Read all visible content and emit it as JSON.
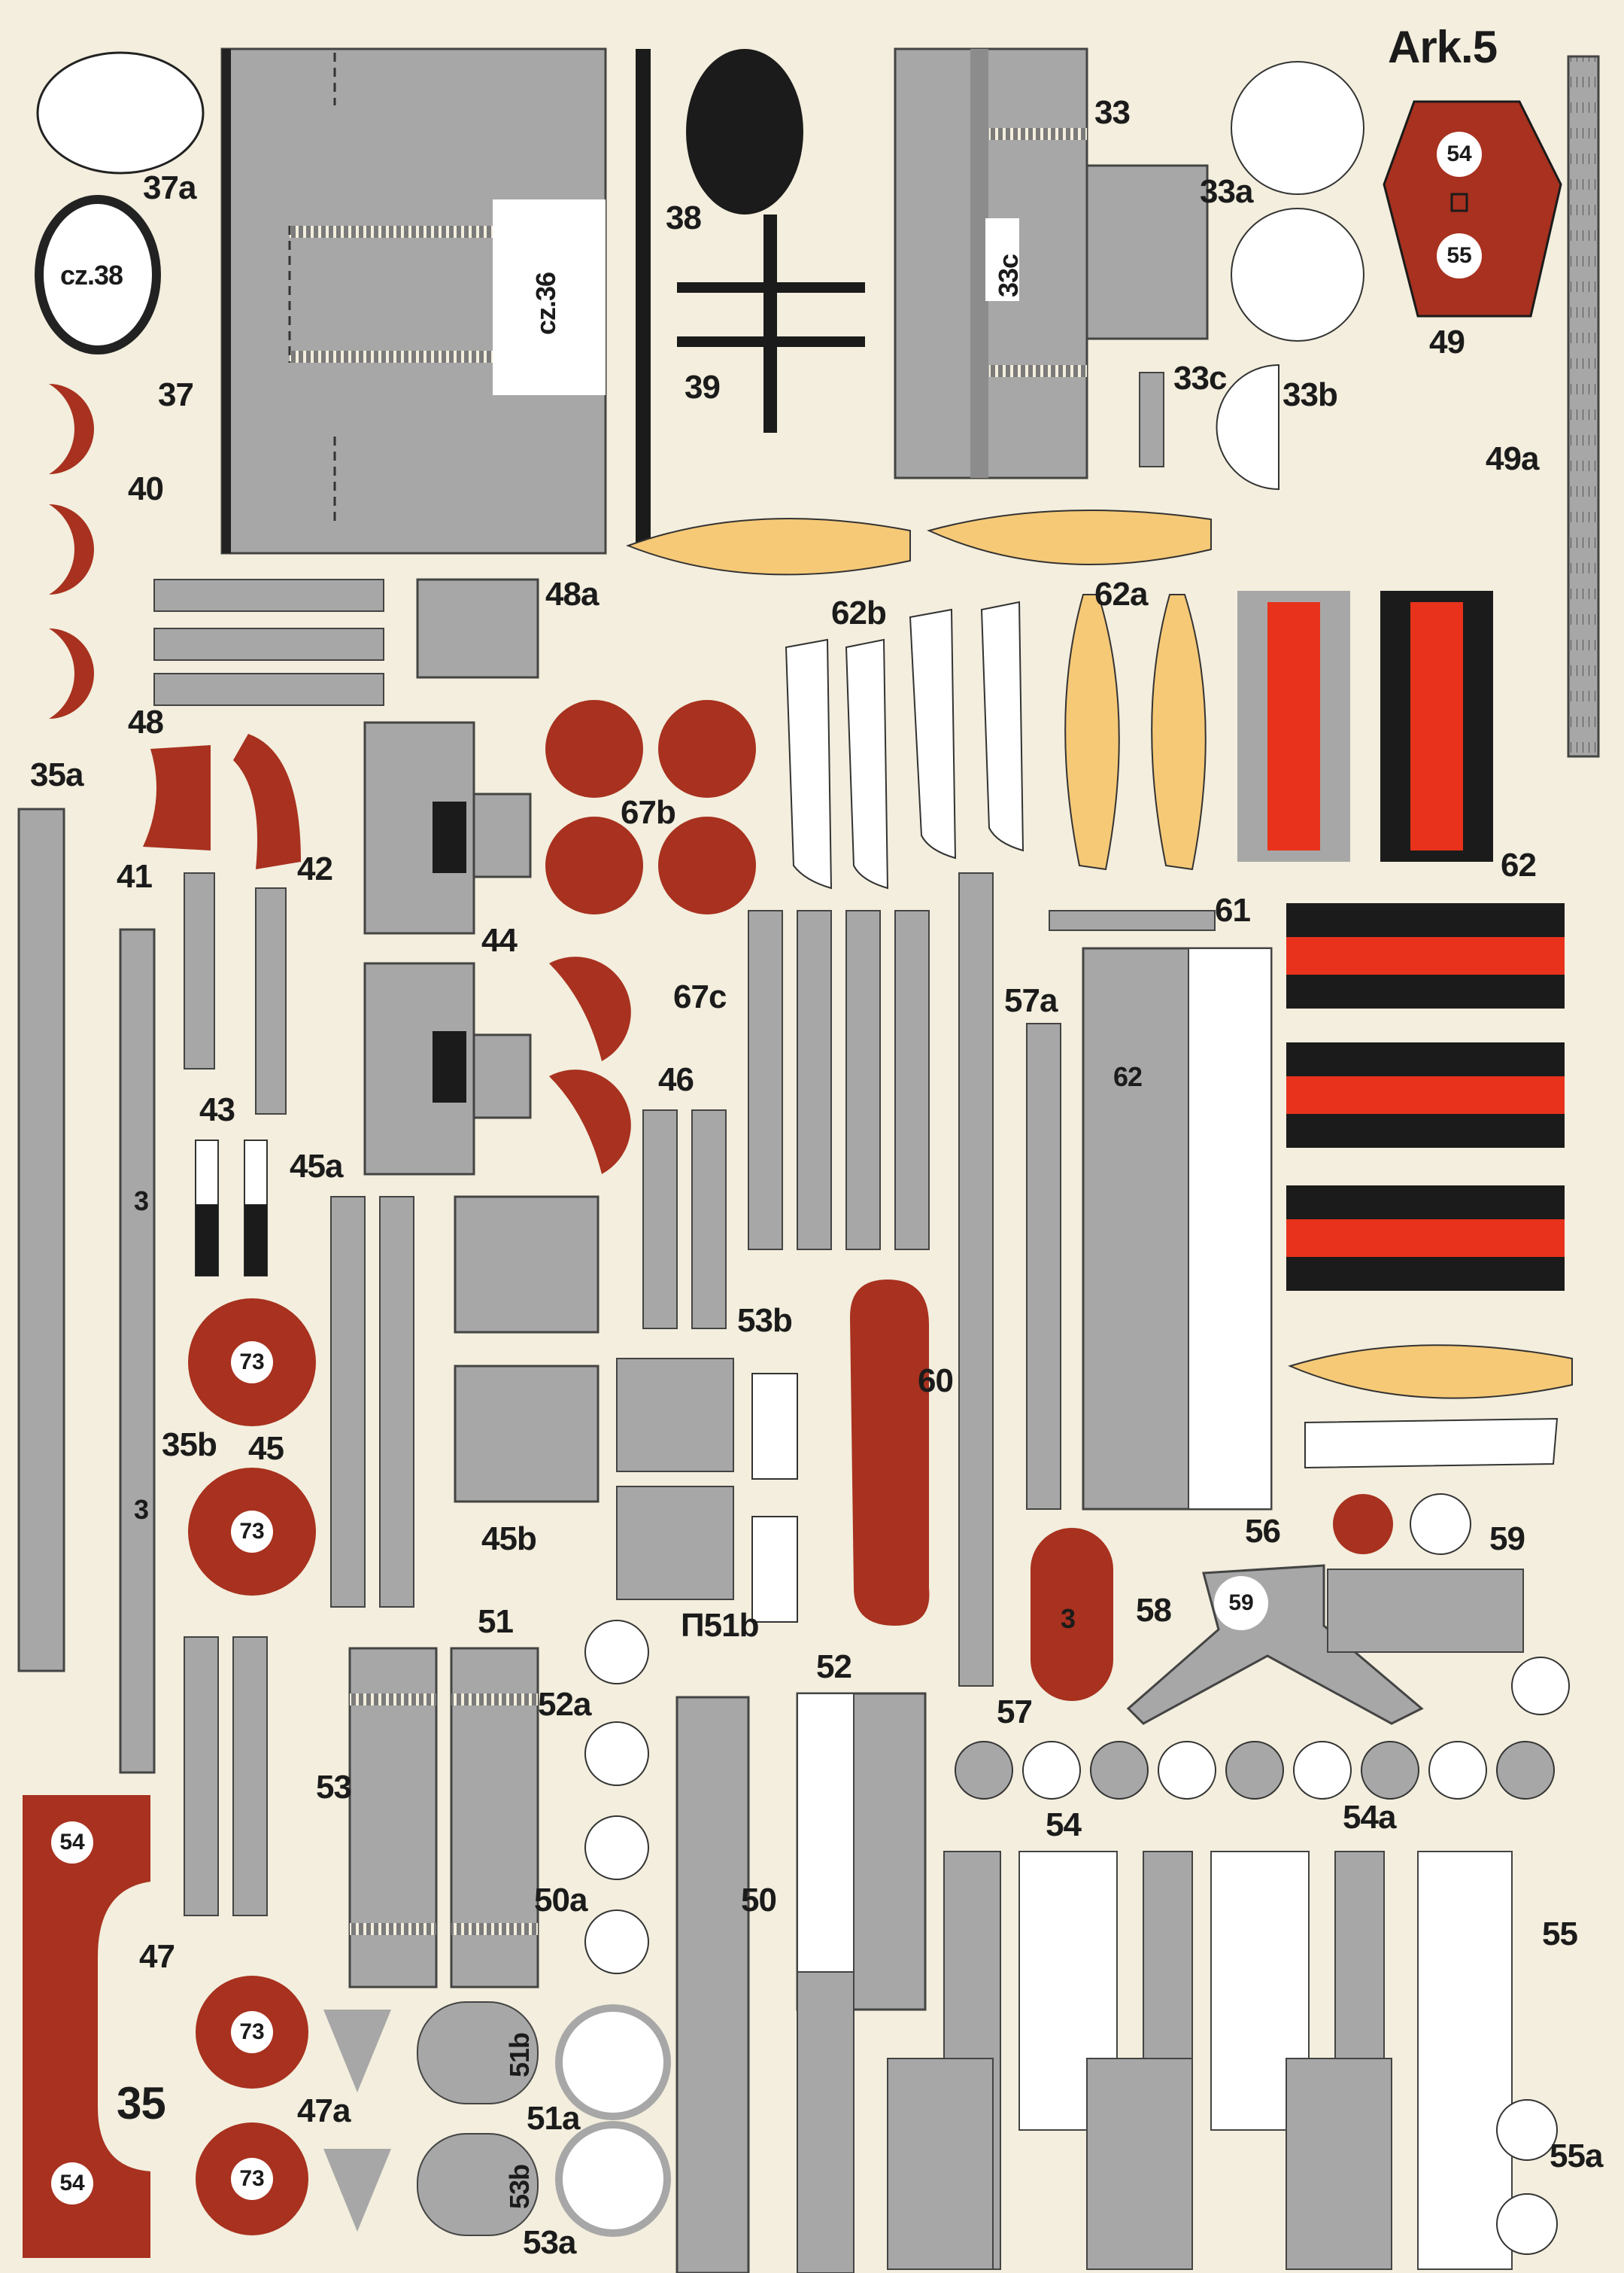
{
  "sheet": {
    "title": "Ark.5",
    "colors": {
      "paper": "#f3eedd",
      "grey": "#a7a7a7",
      "dark_grey": "#7b7b7b",
      "brown_red": "#a8311f",
      "black": "#1b1b1b",
      "yellow": "#f6c977",
      "red": "#e8321c",
      "white": "#ffffff"
    }
  },
  "parts": {
    "p33": "33",
    "p33a": "33a",
    "p33b": "33b",
    "p33c": "33c",
    "p33c_inner": "33c",
    "p35": "35",
    "p35a": "35a",
    "p35b": "35b",
    "p36_text": "cz.36",
    "p37": "37",
    "p37a": "37a",
    "p38": "38",
    "p38_text": "cz.38",
    "p39": "39",
    "p40": "40",
    "p41": "41",
    "p42": "42",
    "p43": "43",
    "p44": "44",
    "p45": "45",
    "p45a": "45a",
    "p45b": "45b",
    "p46": "46",
    "p47": "47",
    "p47a": "47a",
    "p48": "48",
    "p48a": "48a",
    "p49": "49",
    "p49a": "49a",
    "p50": "50",
    "p50a": "50a",
    "p51": "51",
    "p51a": "51a",
    "p51b": "51b",
    "p51b_box": "П51b",
    "p52": "52",
    "p52a": "52a",
    "p53": "53",
    "p53a": "53a",
    "p53b": "53b",
    "p54": "54",
    "p54a": "54a",
    "p55": "55",
    "p55a": "55a",
    "p56": "56",
    "p57": "57",
    "p57a": "57a",
    "p58": "58",
    "p59": "59",
    "p60": "60",
    "p61": "61",
    "p62": "62",
    "p62a": "62a",
    "p62b": "62b",
    "p67b": "67b",
    "p67c": "67c",
    "disc_73": "73",
    "disc_54": "54",
    "disc_55": "55",
    "disc_59": "59",
    "small_3": "3",
    "small_62": "62"
  }
}
